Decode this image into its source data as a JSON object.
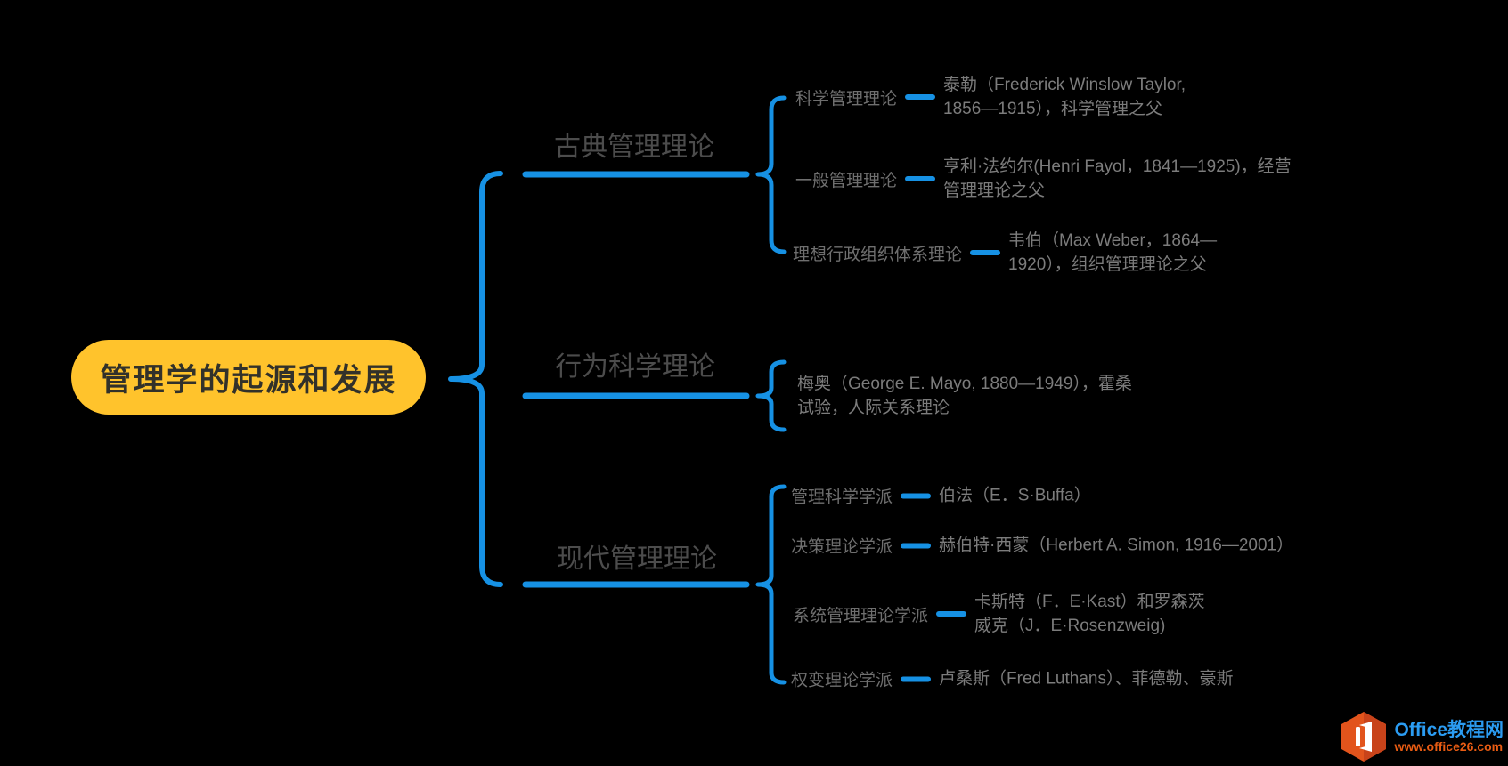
{
  "root": {
    "label": "管理学的起源和发展"
  },
  "branches": [
    {
      "label": "古典管理理论",
      "children": [
        {
          "topic": "科学管理理论",
          "detail": "泰勒（Frederick Winslow Taylor, 1856—1915），科学管理之父"
        },
        {
          "topic": "一般管理理论",
          "detail": "亨利·法约尔(Henri Fayol，1841—1925)，经营管理理论之父"
        },
        {
          "topic": "理想行政组织体系理论",
          "detail": "韦伯（Max Weber，1864—1920），组织管理理论之父"
        }
      ]
    },
    {
      "label": "行为科学理论",
      "children": [
        {
          "detail": "梅奥（George E. Mayo, 1880—1949），霍桑试验，人际关系理论"
        }
      ]
    },
    {
      "label": "现代管理理论",
      "children": [
        {
          "topic": "管理科学学派",
          "detail": "伯法（E．S·Buffa）"
        },
        {
          "topic": "决策理论学派",
          "detail": "赫伯特·西蒙（Herbert A. Simon, 1916—2001）"
        },
        {
          "topic": "系统管理理论学派",
          "detail": "卡斯特（F．E·Kast）和罗森茨威克（J．E·Rosenzweig)"
        },
        {
          "topic": "权变理论学派",
          "detail": "卢桑斯（Fred Luthans）、菲德勒、豪斯"
        }
      ]
    }
  ],
  "watermark": {
    "brand": "Office教程网",
    "url": "www.office26.com"
  },
  "colors": {
    "background": "#000000",
    "connector_blue": "#1691e4",
    "root_fill": "#ffc32c",
    "root_text": "#32312a",
    "branch_label_text": "#4c4c4c",
    "topic_text": "#6f6f6f",
    "detail_text": "#7c7c7c",
    "logo_hexagon": "#e2541c",
    "logo_brand_text": "#2b9cf2",
    "logo_url_text": "#e95c13"
  }
}
